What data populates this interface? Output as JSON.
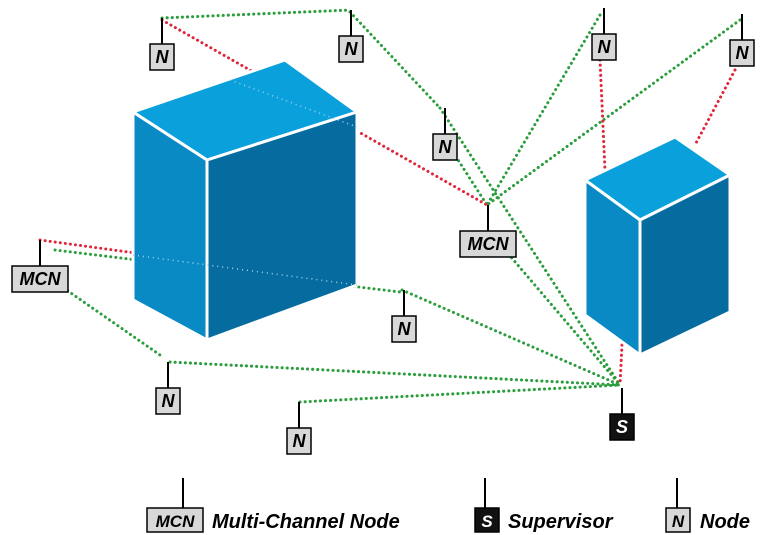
{
  "nodes": [
    {
      "id": "n1",
      "kind": "node",
      "label": "N"
    },
    {
      "id": "n2",
      "kind": "node",
      "label": "N"
    },
    {
      "id": "n3",
      "kind": "node",
      "label": "N"
    },
    {
      "id": "n4",
      "kind": "node",
      "label": "N"
    },
    {
      "id": "n5",
      "kind": "node",
      "label": "N"
    },
    {
      "id": "n6",
      "kind": "node",
      "label": "N"
    },
    {
      "id": "n7",
      "kind": "node",
      "label": "N"
    },
    {
      "id": "n8",
      "kind": "node",
      "label": "N"
    },
    {
      "id": "mcn1",
      "kind": "mcn",
      "label": "MCN"
    },
    {
      "id": "mcn2",
      "kind": "mcn",
      "label": "MCN"
    },
    {
      "id": "sup",
      "kind": "supervisor",
      "label": "S"
    }
  ],
  "legend": {
    "mcn_box": "MCN",
    "mcn_text": "Multi-Channel Node",
    "sup_box": "S",
    "sup_text": "Supervisor",
    "node_box": "N",
    "node_text": "Node"
  },
  "colors": {
    "link_good": "#2a9d3c",
    "link_blocked": "#e0263a",
    "box_face_top": "#0aa0dc",
    "box_face_left": "#0a86c0",
    "box_face_right": "#066a9e",
    "node_fill": "#d8d8d8",
    "supervisor_fill": "#111111"
  }
}
